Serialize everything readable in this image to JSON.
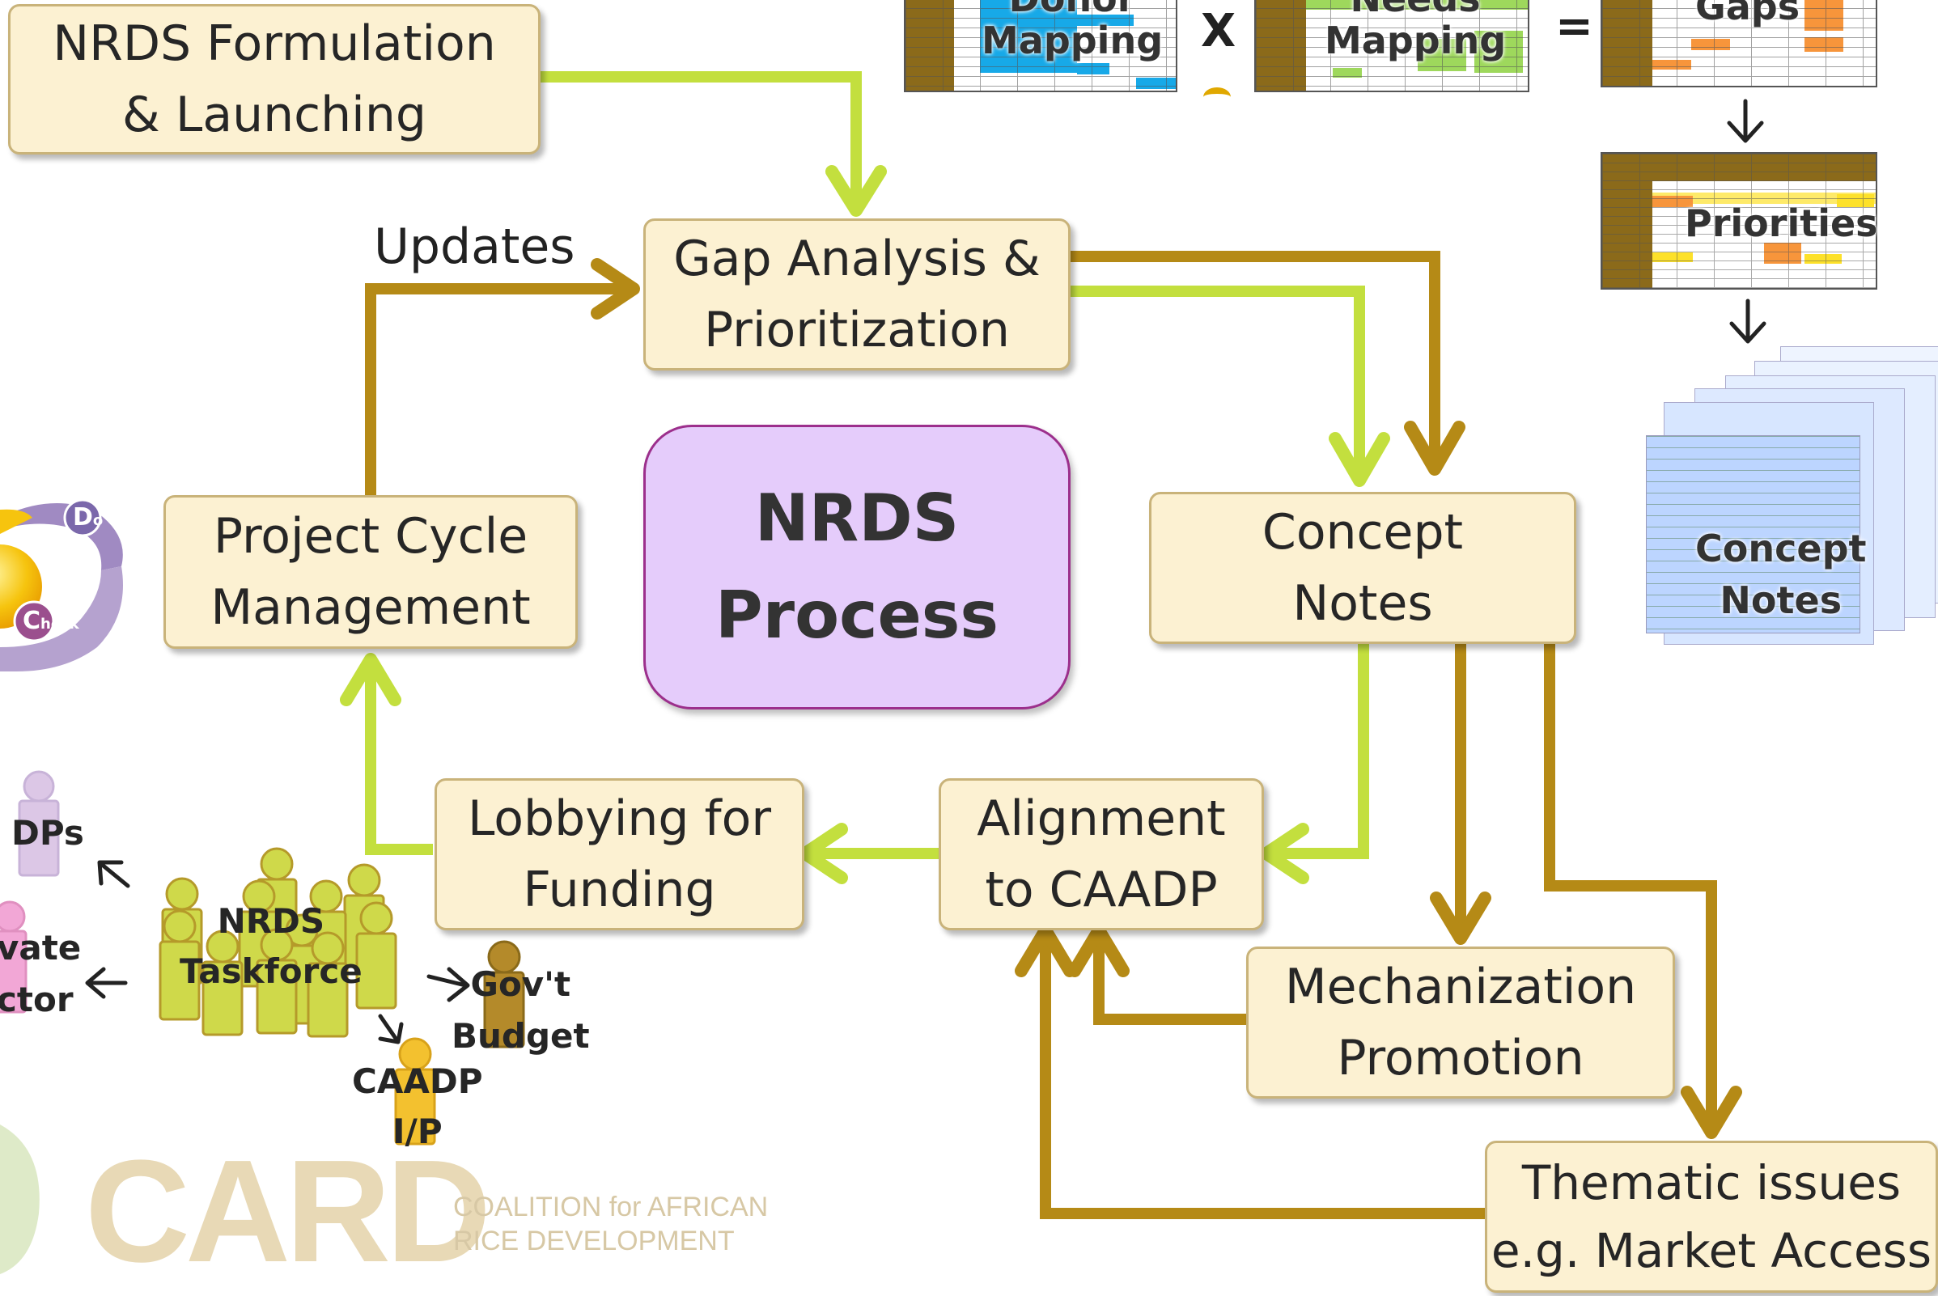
{
  "nodes": {
    "formulation": [
      "NRDS Formulation",
      "& Launching"
    ],
    "gap": [
      "Gap Analysis &",
      "Prioritization"
    ],
    "pcm": [
      "Project Cycle",
      "Management"
    ],
    "concept": [
      "Concept",
      "Notes"
    ],
    "lobbying": [
      "Lobbying for",
      "Funding"
    ],
    "alignment": [
      "Alignment",
      "to CAADP"
    ],
    "mechanization": [
      "Mechanization",
      "Promotion"
    ],
    "thematic": [
      "Thematic issues",
      "e.g. Market Access"
    ]
  },
  "center": [
    "NRDS",
    "Process"
  ],
  "updates_label": "Updates",
  "thumbnails": {
    "donor": [
      "Donor",
      "Mapping"
    ],
    "needs": [
      "Needs",
      "Mapping"
    ],
    "gaps": "Gaps",
    "priorities": "Priorities",
    "concept_notes": [
      "Concept",
      "Notes"
    ],
    "operator_x": "X",
    "operator_eq": "="
  },
  "pdca": {
    "do": "D",
    "do_sub": "o",
    "check": "C",
    "check_sub": "heck"
  },
  "stakeholders": {
    "taskforce": [
      "NRDS",
      "Taskforce"
    ],
    "dps": "DPs",
    "private": [
      "vate",
      "ctor"
    ],
    "govt": [
      "Gov't",
      "Budget"
    ],
    "caadp": [
      "CAADP",
      "I/P"
    ]
  },
  "logo": {
    "name": "CARD",
    "line1": "COALITION for AFRICAN",
    "line2": "RICE DEVELOPMENT"
  },
  "colors": {
    "green_arrow": "#c3df3e",
    "brown_arrow": "#b58a16",
    "node_fill": "#fcf1d2",
    "node_border": "#c9b37a",
    "center_fill": "#e5ccfb",
    "center_border": "#9c2f8c",
    "person_yellow": "#cfd94a",
    "person_orange": "#f3c12f",
    "person_brown": "#b48a2a",
    "person_lilac": "#dcc7e6",
    "person_pink": "#f2a7d6"
  }
}
